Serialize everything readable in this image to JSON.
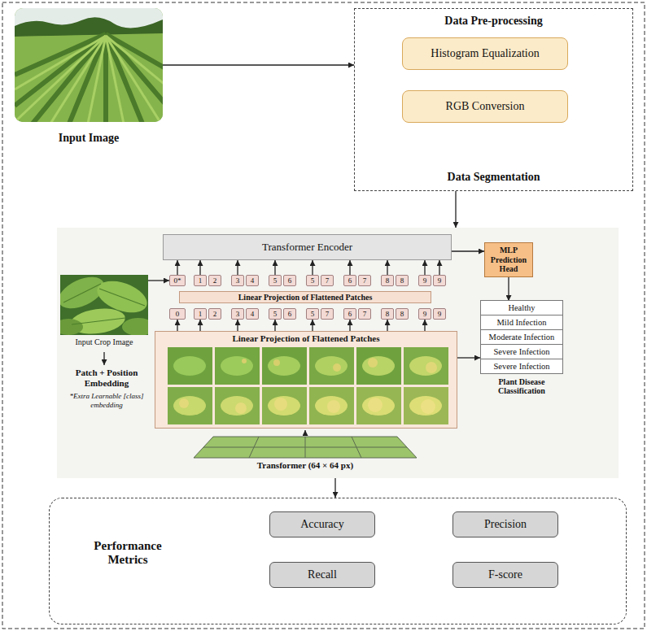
{
  "diagram": {
    "nodes": [
      {
        "text": [
          "Input Image"
        ]
      },
      {
        "text": [
          "Data Pre-processing",
          "Data Segmentation"
        ]
      },
      {
        "text": [
          "Histogram Equalization"
        ],
        "in": 1
      },
      {
        "text": [
          "RGB Conversion"
        ],
        "in": 1
      },
      {
        "text": [
          "Transformer (64 × 64 px)"
        ]
      },
      {
        "text": [
          "Transformer Encoder"
        ],
        "in": 4
      },
      {
        "text": [
          "MLP Prediction Head"
        ],
        "in": 4
      },
      {
        "text": [
          "Input Crop Image"
        ],
        "in": 4
      },
      {
        "text": [
          "0*"
        ],
        "in": 4
      },
      {
        "text": [
          "1"
        ],
        "in": 4
      },
      {
        "text": [
          "2"
        ],
        "in": 4
      },
      {
        "text": [
          "3"
        ],
        "in": 4
      },
      {
        "text": [
          "4"
        ],
        "in": 4
      },
      {
        "text": [
          "5"
        ],
        "in": 4
      },
      {
        "text": [
          "6"
        ],
        "in": 4
      },
      {
        "text": [
          "5"
        ],
        "in": 4
      },
      {
        "text": [
          "7"
        ],
        "in": 4
      },
      {
        "text": [
          "6"
        ],
        "in": 4
      },
      {
        "text": [
          "7"
        ],
        "in": 4
      },
      {
        "text": [
          "8"
        ],
        "in": 4
      },
      {
        "text": [
          "8"
        ],
        "in": 4
      },
      {
        "text": [
          "9"
        ],
        "in": 4
      },
      {
        "text": [
          "9"
        ],
        "in": 4
      },
      {
        "text": [
          "Linear Projection of Flattened Patches"
        ],
        "in": 4
      },
      {
        "text": [
          "0"
        ],
        "in": 4
      },
      {
        "text": [
          "1"
        ],
        "in": 4
      },
      {
        "text": [
          "2"
        ],
        "in": 4
      },
      {
        "text": [
          "3"
        ],
        "in": 4
      },
      {
        "text": [
          "4"
        ],
        "in": 4
      },
      {
        "text": [
          "5"
        ],
        "in": 4
      },
      {
        "text": [
          "6"
        ],
        "in": 4
      },
      {
        "text": [
          "5"
        ],
        "in": 4
      },
      {
        "text": [
          "7"
        ],
        "in": 4
      },
      {
        "text": [
          "6"
        ],
        "in": 4
      },
      {
        "text": [
          "7"
        ],
        "in": 4
      },
      {
        "text": [
          "8"
        ],
        "in": 4
      },
      {
        "text": [
          "8"
        ],
        "in": 4
      },
      {
        "text": [
          "9"
        ],
        "in": 4
      },
      {
        "text": [
          "9"
        ],
        "in": 4
      },
      {
        "text": [
          "Linear Projection of Flattened Patches"
        ],
        "in": 4
      },
      {
        "text": [
          "Plant Disease Classification"
        ],
        "in": 4
      },
      {
        "text": [
          "Healthy"
        ],
        "in": 40
      },
      {
        "text": [
          "Mild Infection"
        ],
        "in": 40
      },
      {
        "text": [
          "Moderate Infection"
        ],
        "in": 40
      },
      {
        "text": [
          "Severe Infection"
        ],
        "in": 40
      },
      {
        "text": [
          "Severe Infection"
        ],
        "in": 40
      },
      {
        "text": [
          "Performance Metrics"
        ]
      },
      {
        "text": [
          "Accuracy"
        ],
        "in": 46
      },
      {
        "text": [
          "Precision"
        ],
        "in": 46
      },
      {
        "text": [
          "Recall"
        ],
        "in": 46
      },
      {
        "text": [
          "F-score"
        ],
        "in": 46
      }
    ],
    "edges": [
      {
        "from": 0,
        "to": 1,
        "arrow": "to"
      },
      {
        "from": 1,
        "to": 4,
        "arrow": "to"
      },
      {
        "from": 4,
        "to": 46,
        "arrow": "to"
      },
      {
        "from": 5,
        "to": 6,
        "arrow": "to"
      },
      {
        "from": 6,
        "to": 40,
        "arrow": "to"
      },
      {
        "from": 7,
        "to": 8,
        "arrow": "to"
      },
      {
        "from": 8,
        "to": 5,
        "arrow": "to"
      },
      {
        "from": 9,
        "to": 5,
        "arrow": "to"
      },
      {
        "from": 11,
        "to": 5,
        "arrow": "to"
      },
      {
        "from": 13,
        "to": 5,
        "arrow": "to"
      },
      {
        "from": 15,
        "to": 5,
        "arrow": "to"
      },
      {
        "from": 17,
        "to": 5,
        "arrow": "to"
      },
      {
        "from": 19,
        "to": 5,
        "arrow": "to"
      },
      {
        "from": 21,
        "to": 5,
        "arrow": "to"
      },
      {
        "from": 22,
        "to": 5,
        "arrow": "to"
      },
      {
        "from": 39,
        "to": 40,
        "arrow": "to"
      },
      {
        "from": 39,
        "to": 24,
        "arrow": "to"
      },
      {
        "from": 39,
        "to": 25,
        "arrow": "to"
      },
      {
        "from": 39,
        "to": 27,
        "arrow": "to"
      },
      {
        "from": 39,
        "to": 29,
        "arrow": "to"
      },
      {
        "from": 39,
        "to": 31,
        "arrow": "to"
      },
      {
        "from": 39,
        "to": 33,
        "arrow": "to"
      },
      {
        "from": 39,
        "to": 35,
        "arrow": "to"
      },
      {
        "from": 39,
        "to": 37,
        "arrow": "to"
      }
    ],
    "labels": [
      "Patch + Position Embedding",
      "*Extra Learnable [class] embedding"
    ]
  }
}
